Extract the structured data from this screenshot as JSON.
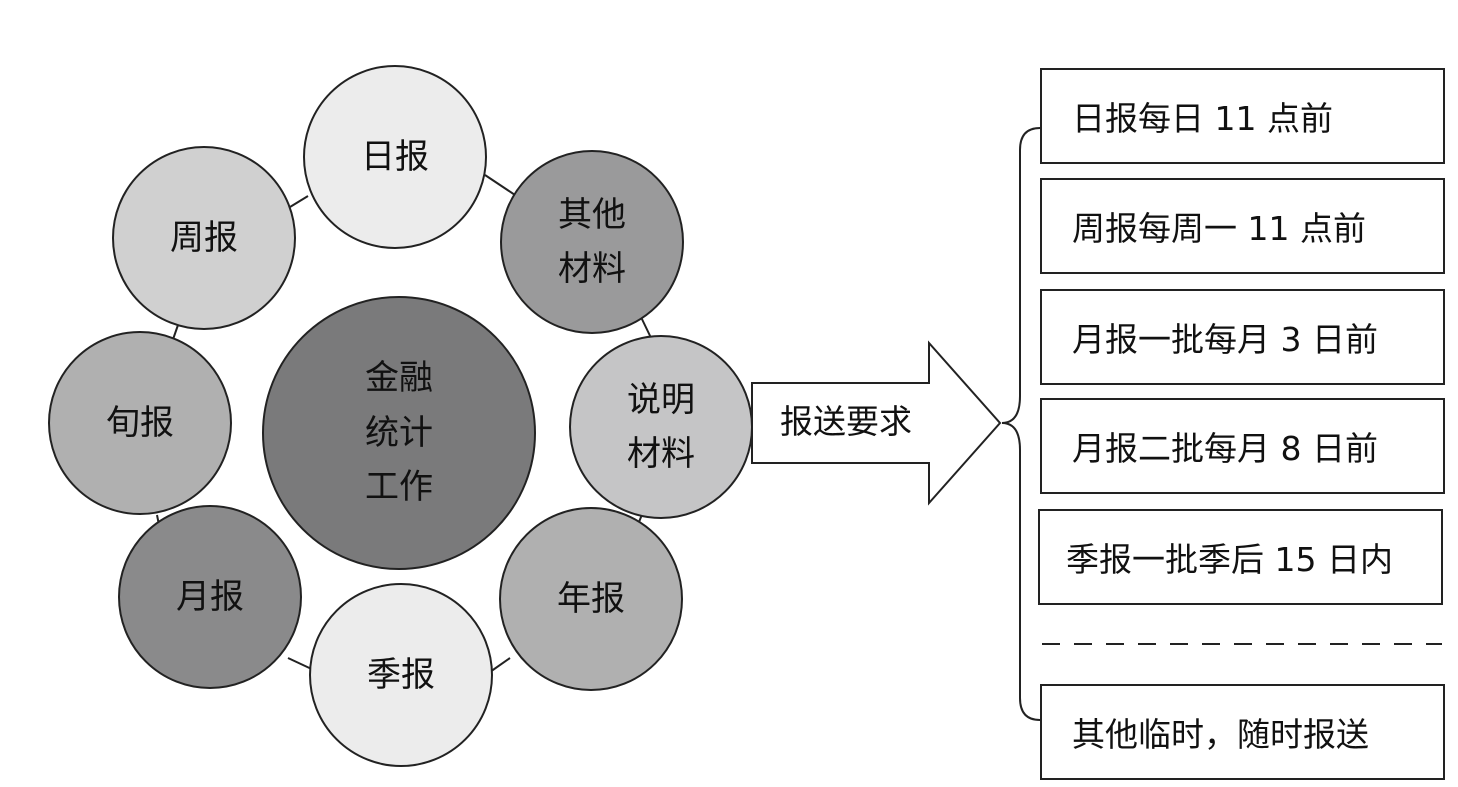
{
  "colors": {
    "very_light": "#ececec",
    "light": "#d0d0d0",
    "medium": "#b0b0b0",
    "dark": "#9a9a9b",
    "darker": "#8a8a8b",
    "center": "#7a7a7b",
    "stroke": "#222222"
  },
  "center_node": {
    "lines": [
      "金融",
      "统计",
      "工作"
    ]
  },
  "ring_nodes": [
    {
      "id": "daily",
      "lines": [
        "日报"
      ]
    },
    {
      "id": "other-materials",
      "lines": [
        "其他",
        "材料"
      ]
    },
    {
      "id": "explanation-materials",
      "lines": [
        "说明",
        "材料"
      ]
    },
    {
      "id": "annual",
      "lines": [
        "年报"
      ]
    },
    {
      "id": "quarterly",
      "lines": [
        "季报"
      ]
    },
    {
      "id": "monthly",
      "lines": [
        "月报"
      ]
    },
    {
      "id": "ten-day",
      "lines": [
        "旬报"
      ]
    },
    {
      "id": "weekly",
      "lines": [
        "周报"
      ]
    }
  ],
  "arrow": {
    "label": "报送要求"
  },
  "requirements": [
    "日报每日 11 点前",
    "周报每周一 11 点前",
    "月报一批每月 3 日前",
    "月报二批每月 8 日前",
    "季报一批季后 15 日内",
    "其他临时，随时报送"
  ]
}
